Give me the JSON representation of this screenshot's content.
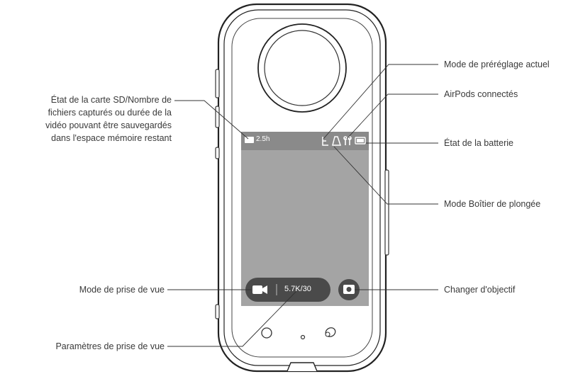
{
  "callouts": {
    "sd_card_state": [
      "État de la carte SD/Nombre de",
      "fichiers capturés ou durée de la",
      "vidéo pouvant être sauvegardés",
      "dans l'espace mémoire restant"
    ],
    "preset_mode": "Mode de préréglage actuel",
    "airpods": "AirPods connectés",
    "battery": "État de la batterie",
    "dive_case": "Mode Boîtier de plongée",
    "shooting_mode": "Mode de prise de vue",
    "switch_lens": "Changer d'objectif",
    "shooting_params": "Paramètres de prise de vue"
  },
  "screen": {
    "storage_value": "2.5h",
    "resolution_fps": "5.7K/30"
  }
}
